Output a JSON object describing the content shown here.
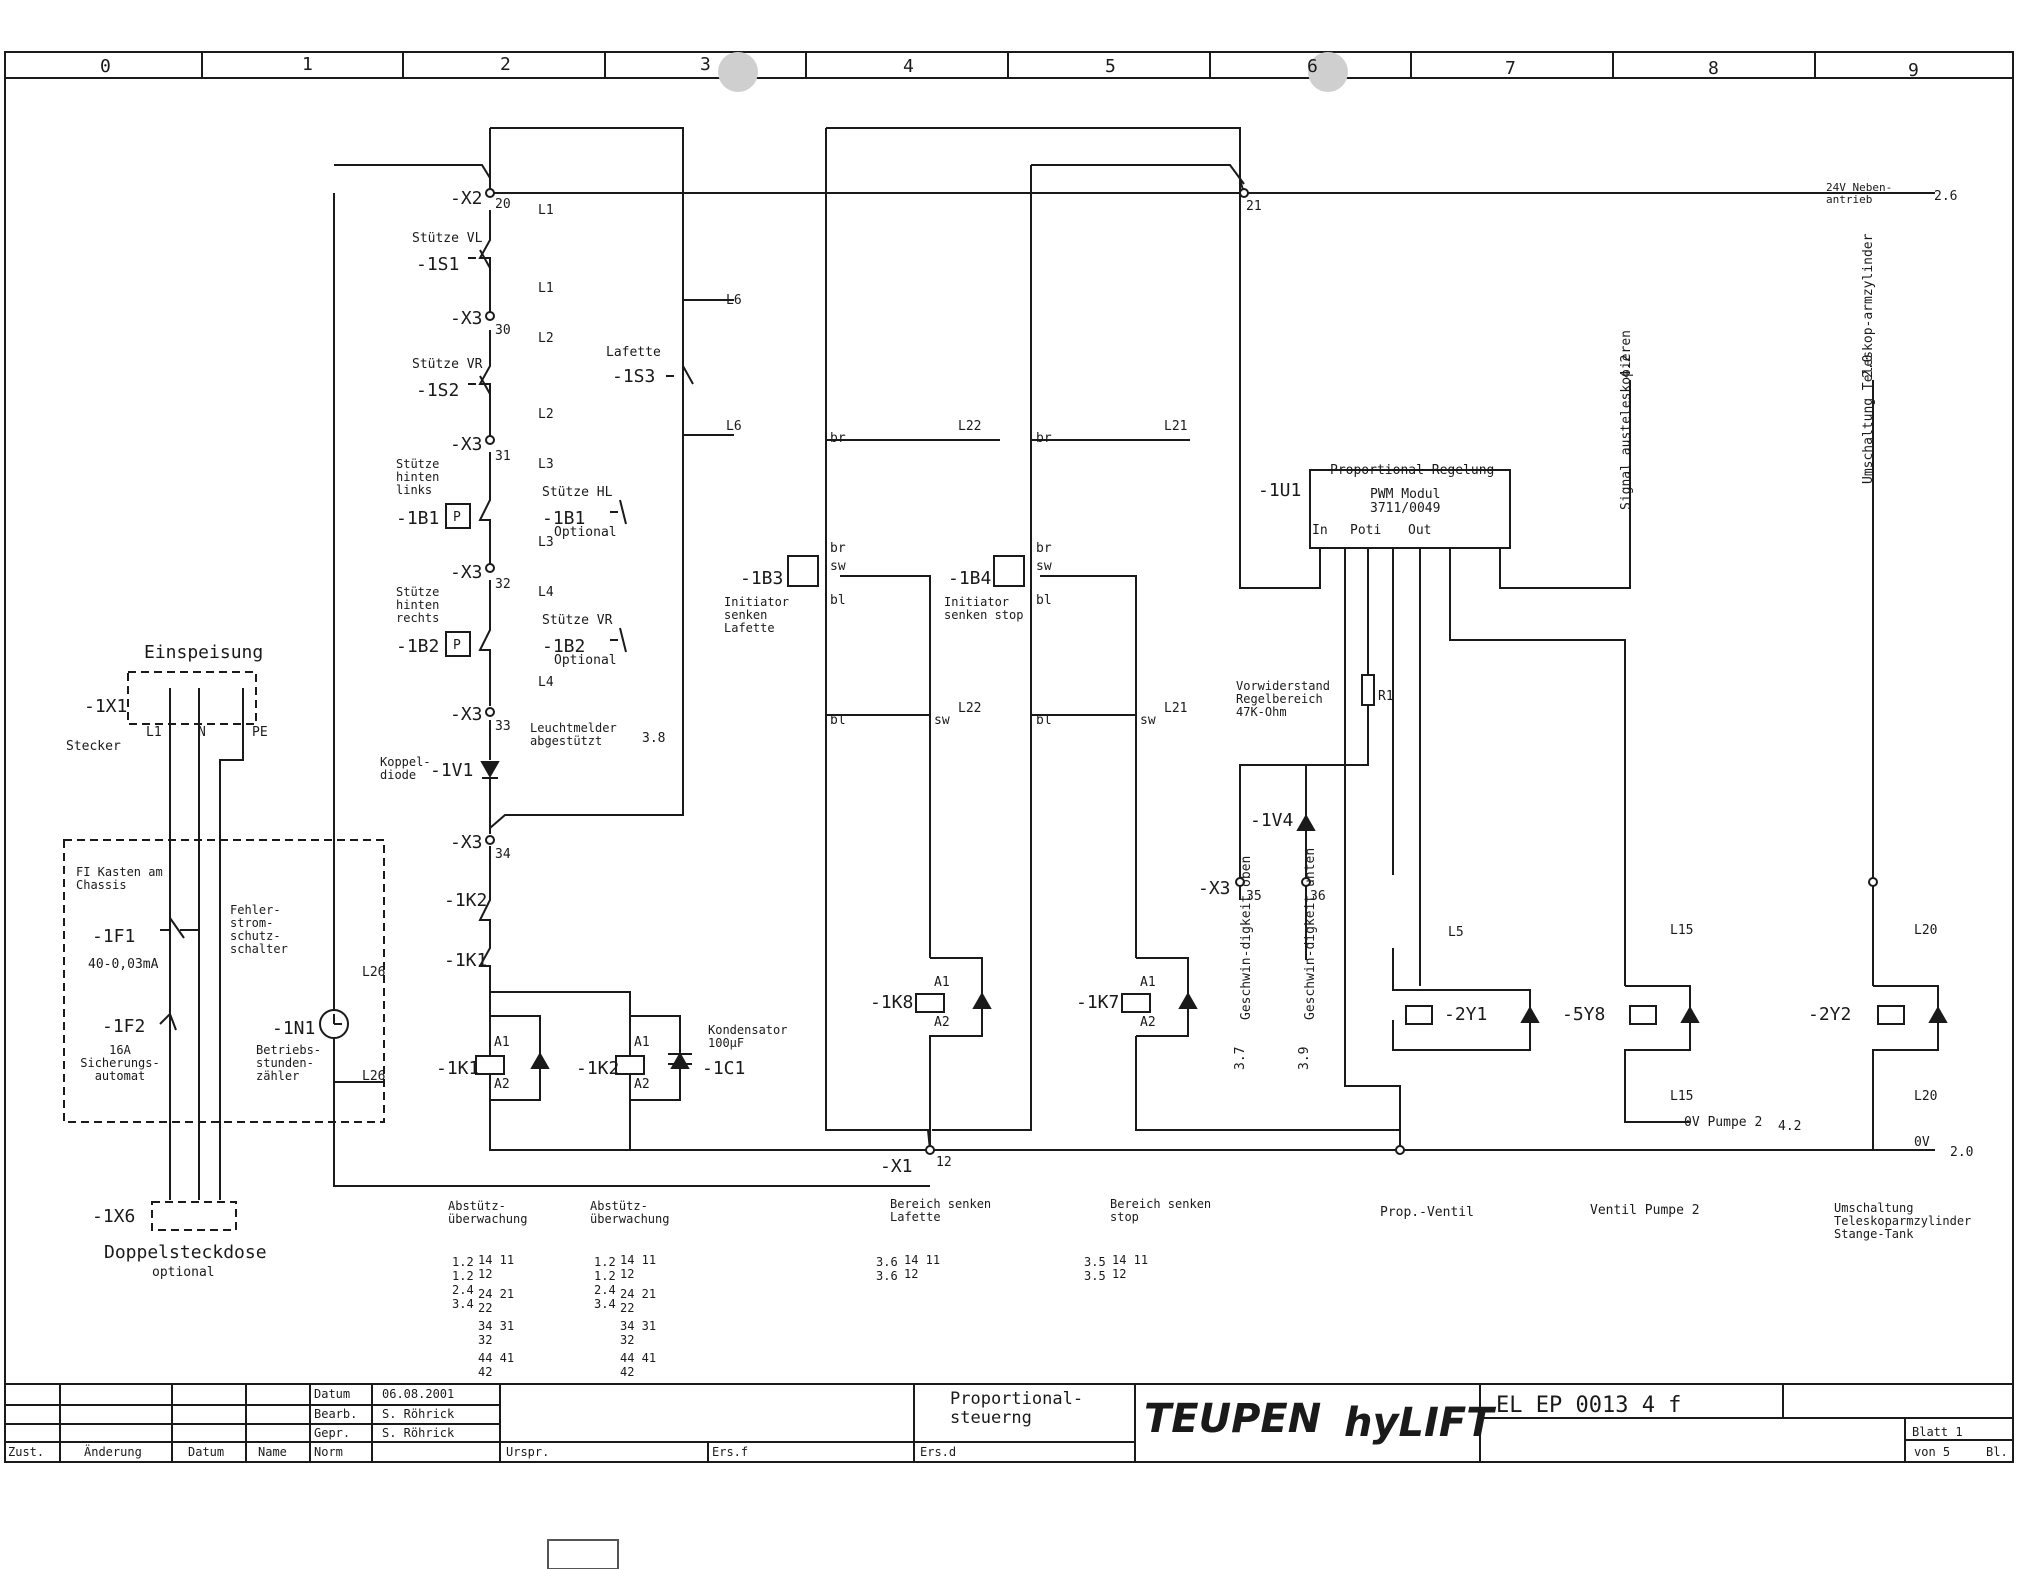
{
  "columns": [
    "0",
    "1",
    "2",
    "3",
    "4",
    "5",
    "6",
    "7",
    "8",
    "9"
  ],
  "labels": {
    "x2": "-X2",
    "x2_t20": "20",
    "x2_t21": "21",
    "s1_name": "Stütze VL",
    "s1": "-1S1",
    "x3a": "-X3",
    "x3a_t": "30",
    "s2_name": "Stütze VR",
    "s2": "-1S2",
    "x3b": "-X3",
    "x3b_t": "31",
    "b1_name": "Stütze hinten links",
    "b1": "-1B1",
    "p": "P",
    "b1opt_name": "Stütze HL",
    "b1opt": "-1B1",
    "optional": "Optional",
    "x3c": "-X3",
    "x3c_t": "32",
    "b2_name": "Stütze hinten rechts",
    "b2": "-1B2",
    "b2opt_name": "Stütze VR",
    "b2opt": "-1B2",
    "x3d": "-X3",
    "x3d_t": "33",
    "leuchtmelder": "Leuchtmelder abgestützt",
    "leuchtmelder_ref": "3.8",
    "koppel": "Koppel-diode",
    "v1": "-1V1",
    "x3e": "-X3",
    "x3e_t": "34",
    "k2_top": "-1K2",
    "k1_top": "-1K1",
    "lafette": "Lafette",
    "s3": "-1S3",
    "einspeisung": "Einspeisung",
    "x1_plug": "-1X1",
    "stecker": "Stecker",
    "pin_l1": "L1",
    "pin_n": "N",
    "pin_pe": "PE",
    "fi_box": "FI Kasten am Chassis",
    "f1": "-1F1",
    "f1_val": "40-0,03mA",
    "fehler": "Fehler-strom-schutz-schalter",
    "f2": "-1F2",
    "f2_val": "16A Sicherungs-automat",
    "n1": "-1N1",
    "n1_desc": "Betriebs-stunden-zähler",
    "x6": "-1X6",
    "doppel": "Doppelsteckdose",
    "doppel_opt": "optional",
    "k1": "-1K1",
    "k2": "-1K2",
    "c1": "-1C1",
    "kondensator": "Kondensator 100µF",
    "b3": "-1B3",
    "b3_desc": "Initiator senken Lafette",
    "b4": "-1B4",
    "b4_desc": "Initiator senken stop",
    "k8": "-1K8",
    "k7": "-1K7",
    "x1": "-X1",
    "x1_t": "12",
    "u1": "-1U1",
    "u1_title": "Proportional Regelung",
    "u1_mod": "PWM Modul",
    "u1_code": "3711/0049",
    "u1_in": "In",
    "u1_poti": "Poti",
    "u1_out": "Out",
    "vorwiderstand": "Vorwiderstand Regelbereich 47K-Ohm",
    "r1": "R1",
    "v4": "-1V4",
    "x3f": "-X3",
    "x3f_t35": "35",
    "x3f_t36": "36",
    "geschw_oben": "Geschwin-digkeit oben",
    "geschw_unten": "Geschwin-digkeit unten",
    "ref_37": "3.7",
    "ref_39": "3.9",
    "y1": "-2Y1",
    "y8": "-5Y8",
    "y2": "-2Y2",
    "signal": "Signal austeleskopieren",
    "signal_ref": "4.2",
    "umsch_v": "Umschaltung Teleskop-armzylinder",
    "umsch_ref": "2.0",
    "neben": "24V Neben-antrieb",
    "neben_ref": "2.6",
    "pumpe2": "0V Pumpe 2",
    "pumpe2_ref": "4.2",
    "ov": "0V",
    "ov_ref": "2.0",
    "wire_l1": "L1",
    "wire_l2": "L2",
    "wire_l3": "L3",
    "wire_l4": "L4",
    "wire_l5": "L5",
    "wire_l6": "L6",
    "wire_l15": "L15",
    "wire_l20": "L20",
    "wire_l21": "L21",
    "wire_l22": "L22",
    "wire_l26": "L26",
    "br": "br",
    "sw": "sw",
    "bl": "bl",
    "a1": "A1",
    "a2": "A2"
  },
  "bottom_labels": {
    "abst1": "Abstütz-überwachung",
    "abst2": "Abstütz-überwachung",
    "bereich1": "Bereich senken Lafette",
    "bereich2": "Bereich senken stop",
    "prop_ventil": "Prop.-Ventil",
    "ventil_pumpe": "Ventil Pumpe 2",
    "umschaltung": "Umschaltung Teleskoparmzylinder Stange-Tank"
  },
  "contact_table": {
    "refs": [
      "1.2",
      "1.2",
      "2.4",
      "3.4"
    ],
    "pairs": [
      "14 11",
      "12",
      "24 21",
      "22",
      "34 31",
      "32",
      "44 41",
      "42"
    ],
    "k8_refs": [
      "3.6",
      "3.6"
    ],
    "k7_refs": [
      "3.5",
      "3.5"
    ],
    "k_pair": "14 11",
    "k_pair_b": "12"
  },
  "title_block": {
    "head": [
      "Zust.",
      "Änderung",
      "Datum",
      "Name",
      "Norm"
    ],
    "datum_label": "Datum",
    "datum_val": "06.08.2001",
    "bearb_label": "Bearb.",
    "bearb_val": "S. Röhrick",
    "gepr_label": "Gepr.",
    "gepr_val": "S. Röhrick",
    "urspr": "Urspr.",
    "ers_f": "Ers.f",
    "ers_d": "Ers.d",
    "title": "Proportional-steuerng",
    "logo1": "TEUPEN",
    "logo2": "hyLIFT",
    "code": "EL EP 0013 4 f",
    "blatt": "Blatt 1",
    "von": "von 5",
    "bl": "Bl."
  }
}
